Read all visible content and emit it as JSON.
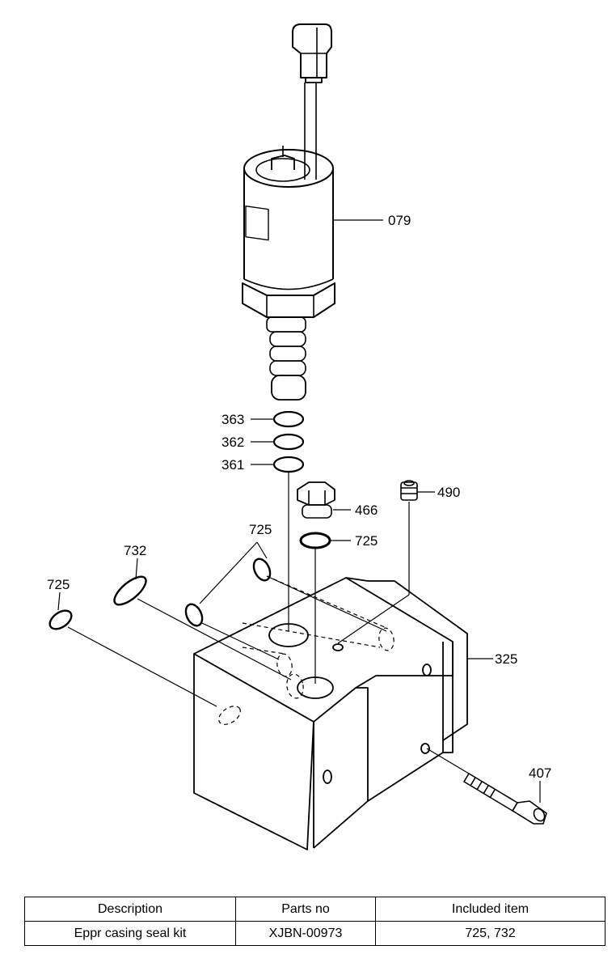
{
  "callouts": {
    "c079": "079",
    "c363": "363",
    "c362": "362",
    "c361": "361",
    "c466": "466",
    "c490": "490",
    "c725_top": "725",
    "c725_mid": "725",
    "c732": "732",
    "c725_left": "725",
    "c325": "325",
    "c407": "407"
  },
  "table": {
    "headers": [
      "Description",
      "Parts no",
      "Included item"
    ],
    "rows": [
      [
        "Eppr casing seal kit",
        "XJBN-00973",
        "725, 732"
      ]
    ]
  }
}
